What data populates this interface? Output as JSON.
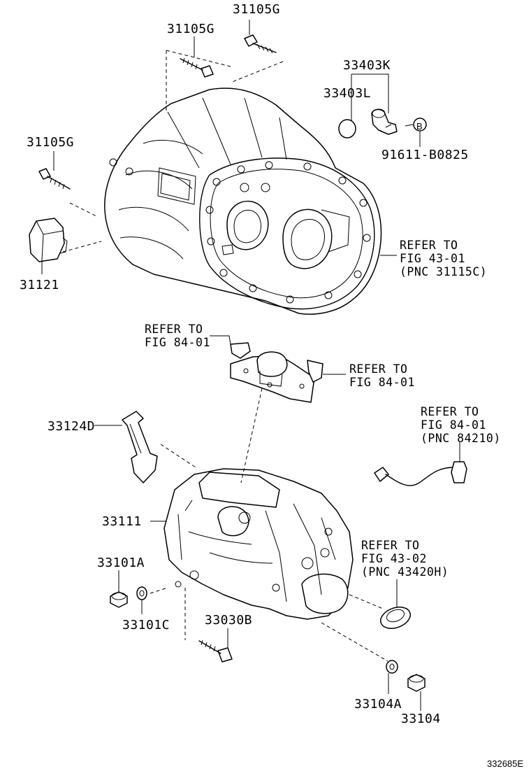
{
  "labels": {
    "bolt_top_a": "31105G",
    "bolt_top_b": "31105G",
    "bolt_left": "31105G",
    "sensor_group": "33403K",
    "o_ring": "33403L",
    "bolt_b": "91611-B0825",
    "bolt_b_mark": "B",
    "cap_plug": "31121",
    "refer_clutch_1": "REFER TO",
    "refer_clutch_2": "FIG 43-01",
    "refer_clutch_3": "(PNC 31115C)",
    "refer_shift_a_1": "REFER TO",
    "refer_shift_a_2": "FIG 84-01",
    "refer_shift_b_1": "REFER TO",
    "refer_shift_b_2": "FIG 84-01",
    "refer_wire_1": "REFER TO",
    "refer_wire_2": "FIG 84-01",
    "refer_wire_3": "(PNC 84210)",
    "bracket": "33124D",
    "case": "33111",
    "plug_a": "33101A",
    "gasket_c": "33101C",
    "bolt_case": "33030B",
    "refer_seal_1": "REFER TO",
    "refer_seal_2": "FIG 43-02",
    "refer_seal_3": "(PNC 43420H)",
    "gasket_drain": "33104A",
    "drain_plug": "33104",
    "figure_code": "332685E"
  }
}
